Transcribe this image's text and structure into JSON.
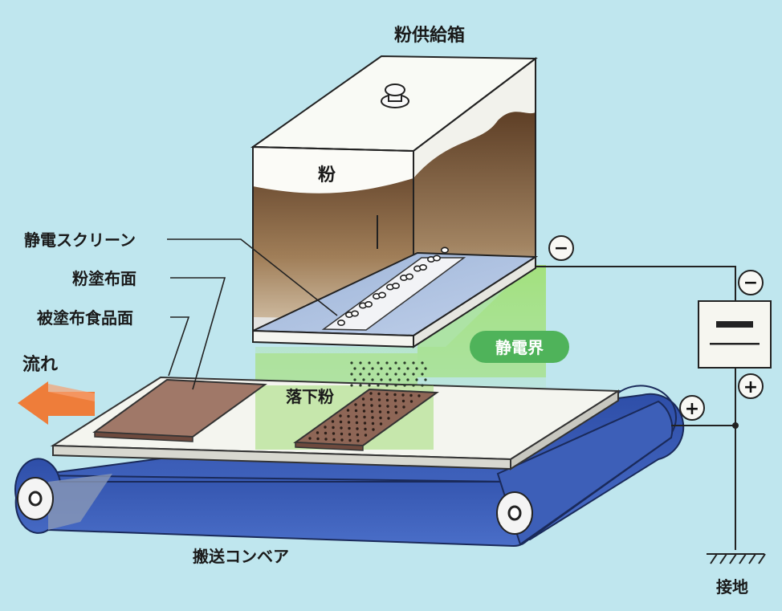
{
  "labels": {
    "powder_box": "粉供給箱",
    "powder": "粉",
    "electrostatic_screen": "静電スクリーン",
    "coated_surface": "粉塗布面",
    "food_surface": "被塗布食品面",
    "flow": "流れ",
    "falling_powder": "落下粉",
    "electrostatic_field": "静電界",
    "conveyor": "搬送コンベア",
    "ground": "接地"
  },
  "signs": {
    "box_terminal": "−",
    "battery_top": "−",
    "battery_bottom": "+",
    "conveyor_terminal": "+"
  },
  "colors": {
    "background": "#bfe6ee",
    "powder_brown": "#8b6a48",
    "belt_blue": "#3d5fb8",
    "field_green": "#7ad04a",
    "food_brown": "#9a7060",
    "flow_arrow": "#ee7d3a"
  }
}
